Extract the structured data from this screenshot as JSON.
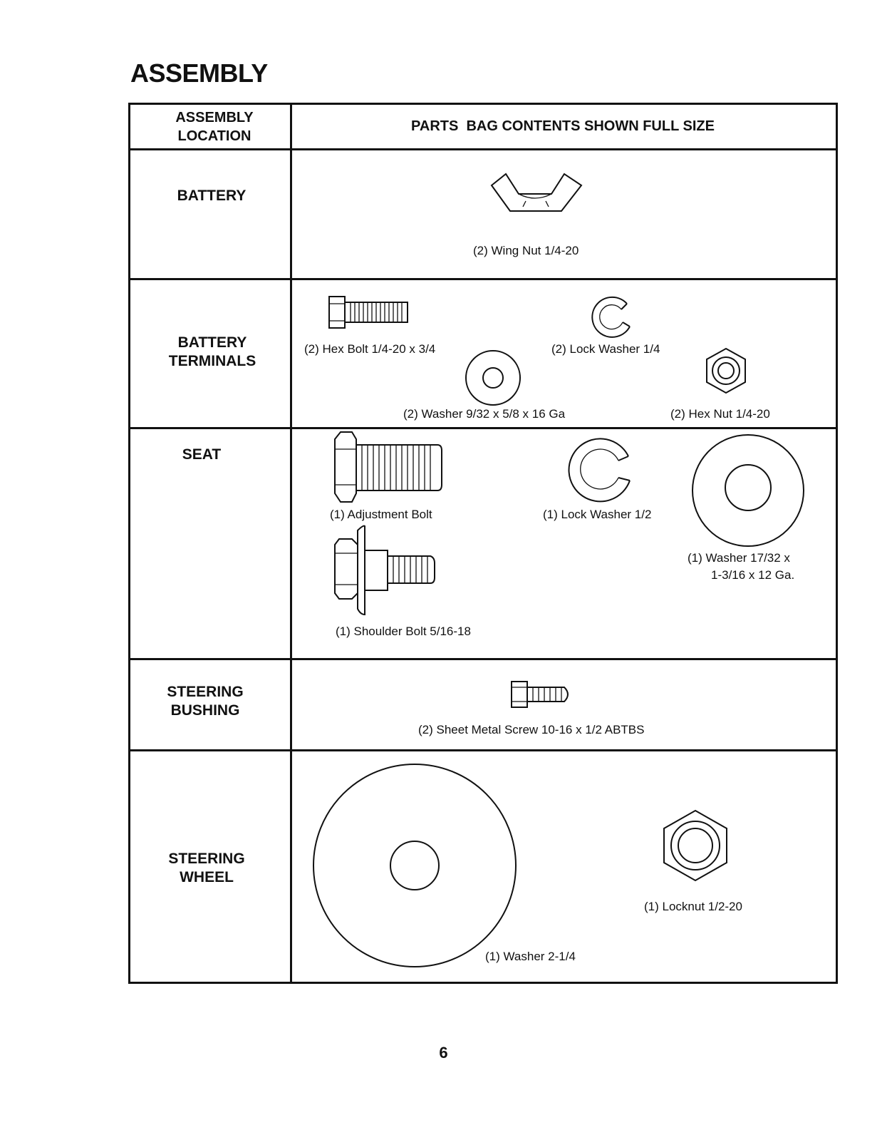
{
  "page": {
    "title": "ASSEMBLY",
    "page_number": "6"
  },
  "table": {
    "col_location": "ASSEMBLY\nLOCATION",
    "col_parts": "PARTS  BAG CONTENTS SHOWN FULL SIZE",
    "rows": [
      {
        "location": "BATTERY",
        "parts": [
          {
            "caption": "(2)  Wing Nut  1/4-20",
            "icon": "wing-nut-icon"
          }
        ]
      },
      {
        "location": "BATTERY\nTERMINALS",
        "parts": [
          {
            "caption": "(2)  Hex Bolt  1/4-20 x 3/4",
            "icon": "hex-bolt-icon"
          },
          {
            "caption": "(2)  Lock Washer  1/4",
            "icon": "lock-washer-icon"
          },
          {
            "caption": "(2)  Washer  9/32 x 5/8 x 16 Ga",
            "icon": "washer-icon"
          },
          {
            "caption": "(2)  Hex  Nut  1/4-20",
            "icon": "hex-nut-icon"
          }
        ]
      },
      {
        "location": "SEAT",
        "parts": [
          {
            "caption": "(1)  Adjustment Bolt",
            "icon": "adjustment-bolt-icon"
          },
          {
            "caption": "(1)  Lock Washer  1/2",
            "icon": "lock-washer-icon"
          },
          {
            "caption": "(1)  Washer  17/32 x",
            "caption2": "1-3/16 x 12 Ga.",
            "icon": "washer-icon"
          },
          {
            "caption": "(1)  Shoulder Bolt  5/16-18",
            "icon": "shoulder-bolt-icon"
          }
        ]
      },
      {
        "location": "STEERING\nBUSHING",
        "parts": [
          {
            "caption": "(2)  Sheet Metal Screw  10-16 x 1/2  ABTBS",
            "icon": "sheet-metal-screw-icon"
          }
        ]
      },
      {
        "location": "STEERING\nWHEEL",
        "parts": [
          {
            "caption": "(1)  Washer  2-1/4",
            "icon": "large-washer-icon"
          },
          {
            "caption": "(1)  Locknut  1/2-20",
            "icon": "locknut-icon"
          }
        ]
      }
    ]
  }
}
